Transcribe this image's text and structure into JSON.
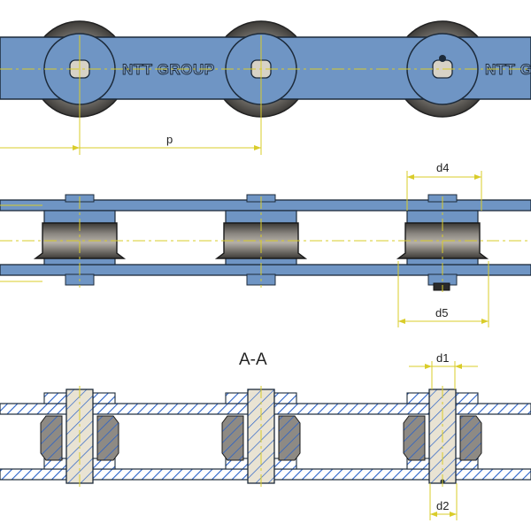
{
  "brand_text": "NTT GROUP",
  "section_label": "A-A",
  "dimensions": {
    "pitch": "p",
    "d1": "d1",
    "d2": "d2",
    "d4": "d4",
    "d5": "d5"
  },
  "colors": {
    "link_plate": "#6f95c4",
    "roller_dark": "#5a5753",
    "bushing_fill": "#e9e3d3",
    "hatch": "#2a62c8",
    "dimension_line": "#d9cc2a",
    "center_line": "#d9cc2a",
    "outline": "#1c2a3a"
  }
}
